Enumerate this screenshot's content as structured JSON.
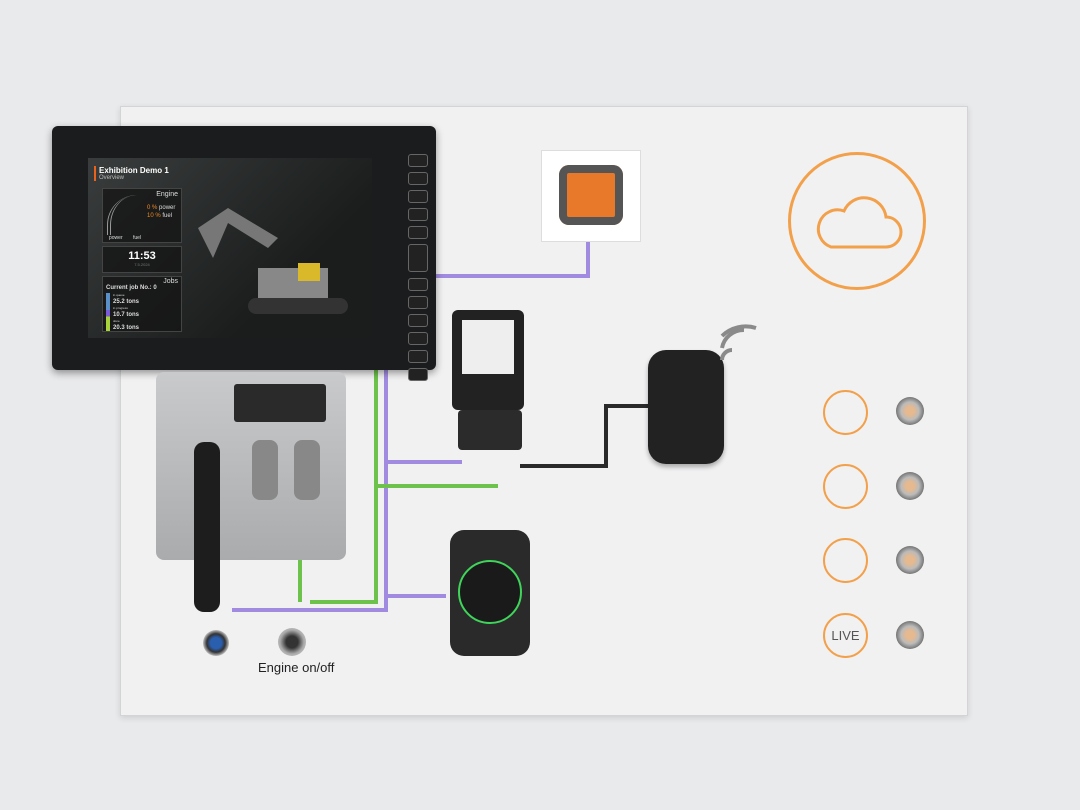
{
  "screen": {
    "title": "Exhibition Demo 1",
    "subtitle": "Overview",
    "engine": {
      "heading": "Engine",
      "power_value": "0 %",
      "power_label": "power",
      "fuel_value": "10 %",
      "fuel_label": "fuel",
      "gauge_left": "power",
      "gauge_right": "fuel"
    },
    "clock": {
      "time": "11:53",
      "date": "7.5.2024"
    },
    "jobs": {
      "heading": "Jobs",
      "current": "Current job No.: 0",
      "items": [
        {
          "label": "in queue",
          "value": "25.2 tons",
          "color": "#5a8fc8"
        },
        {
          "label": "in progress",
          "value": "10.7 tons",
          "color": "#7a5ad8"
        },
        {
          "label": "done",
          "value": "20.3 tons",
          "color": "#a7d23c"
        }
      ]
    }
  },
  "board": {
    "engine_switch_label": "Engine on/off",
    "live_label": "LIVE",
    "colors": {
      "accent": "#f3a04b",
      "can_wire": "#a18be0",
      "ethernet_wire": "#6cc24a"
    }
  }
}
